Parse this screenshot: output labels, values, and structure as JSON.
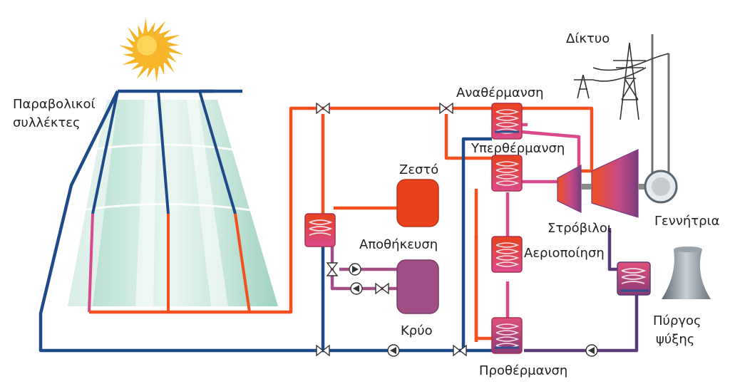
{
  "labels": {
    "collectors_line1": "Παραβολικοί",
    "collectors_line2": "συλλέκτες",
    "grid": "Δίκτυο",
    "reheat": "Αναθέρμανση",
    "superheat": "Υπερθέρμανση",
    "hot": "Ζεστό",
    "storage": "Αποθήκευση",
    "cold": "Κρύο",
    "turbines": "Στρόβιλοι",
    "generator": "Γεννήτρια",
    "evaporation": "Αεριοποίηση",
    "cooling_line1": "Πύργος",
    "cooling_line2": "ψύξης",
    "preheat": "Προθέρμανση"
  },
  "colors": {
    "hot_pipe": "#f2501e",
    "cold_pipe": "#1f4a8a",
    "steam_pipe": "#d94a8c",
    "condensate_pipe": "#5a3a78",
    "hot_tank": "#e8411c",
    "cold_tank": "#a14f84",
    "sun": "#f5b324"
  },
  "icons": [
    "sun-icon",
    "valve-icon",
    "pump-icon",
    "heat-exchanger-icon",
    "turbine-icon",
    "generator-icon",
    "cooling-tower-icon",
    "power-pylon-icon"
  ]
}
